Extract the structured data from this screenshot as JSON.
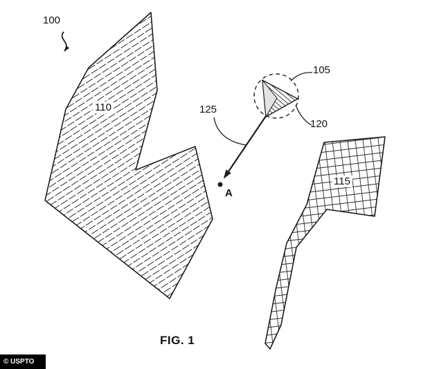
{
  "figure": {
    "caption": "FIG. 1",
    "watermark": "© USPTO"
  },
  "labels": {
    "ref100": "100",
    "ref105": "105",
    "ref110": "110",
    "ref115": "115",
    "ref120": "120",
    "ref125": "125",
    "point_a": "A"
  },
  "colors": {
    "line": "#1c1c1c",
    "background": "#ffffff",
    "watermark_bg": "#000000",
    "watermark_text": "#ffffff"
  }
}
